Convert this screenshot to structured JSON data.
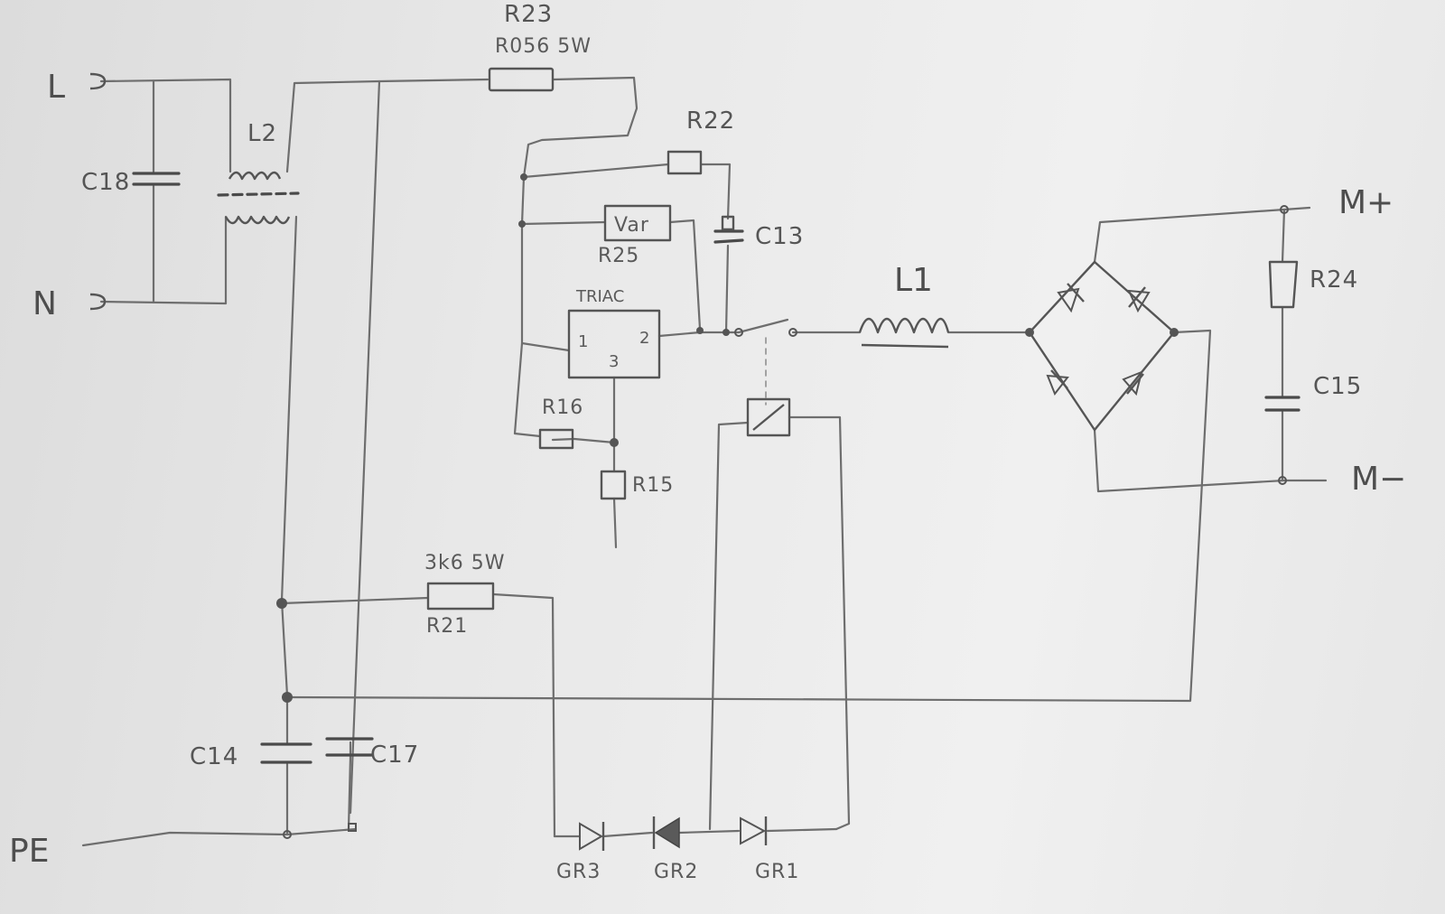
{
  "terminals": {
    "line": "L",
    "neutral": "N",
    "earth": "PE",
    "motor_plus": "M+",
    "motor_minus": "M−"
  },
  "components": {
    "r23": {
      "ref": "R23",
      "value": "R056 5W"
    },
    "r22": {
      "ref": "R22"
    },
    "r25": {
      "ref": "R25",
      "value": "Var"
    },
    "r16": {
      "ref": "R16"
    },
    "r15": {
      "ref": "R15"
    },
    "r21": {
      "ref": "R21",
      "value": "3k6 5W"
    },
    "r24": {
      "ref": "R24"
    },
    "c13": {
      "ref": "C13"
    },
    "c14": {
      "ref": "C14"
    },
    "c15": {
      "ref": "C15"
    },
    "c17": {
      "ref": "C17"
    },
    "c18": {
      "ref": "C18"
    },
    "l1": {
      "ref": "L1"
    },
    "l2": {
      "ref": "L2"
    },
    "triac": {
      "ref": "TRIAC",
      "pin1": "1",
      "pin2": "2",
      "pin3": "3"
    },
    "gr1": {
      "ref": "GR1"
    },
    "gr2": {
      "ref": "GR2"
    },
    "gr3": {
      "ref": "GR3"
    }
  }
}
